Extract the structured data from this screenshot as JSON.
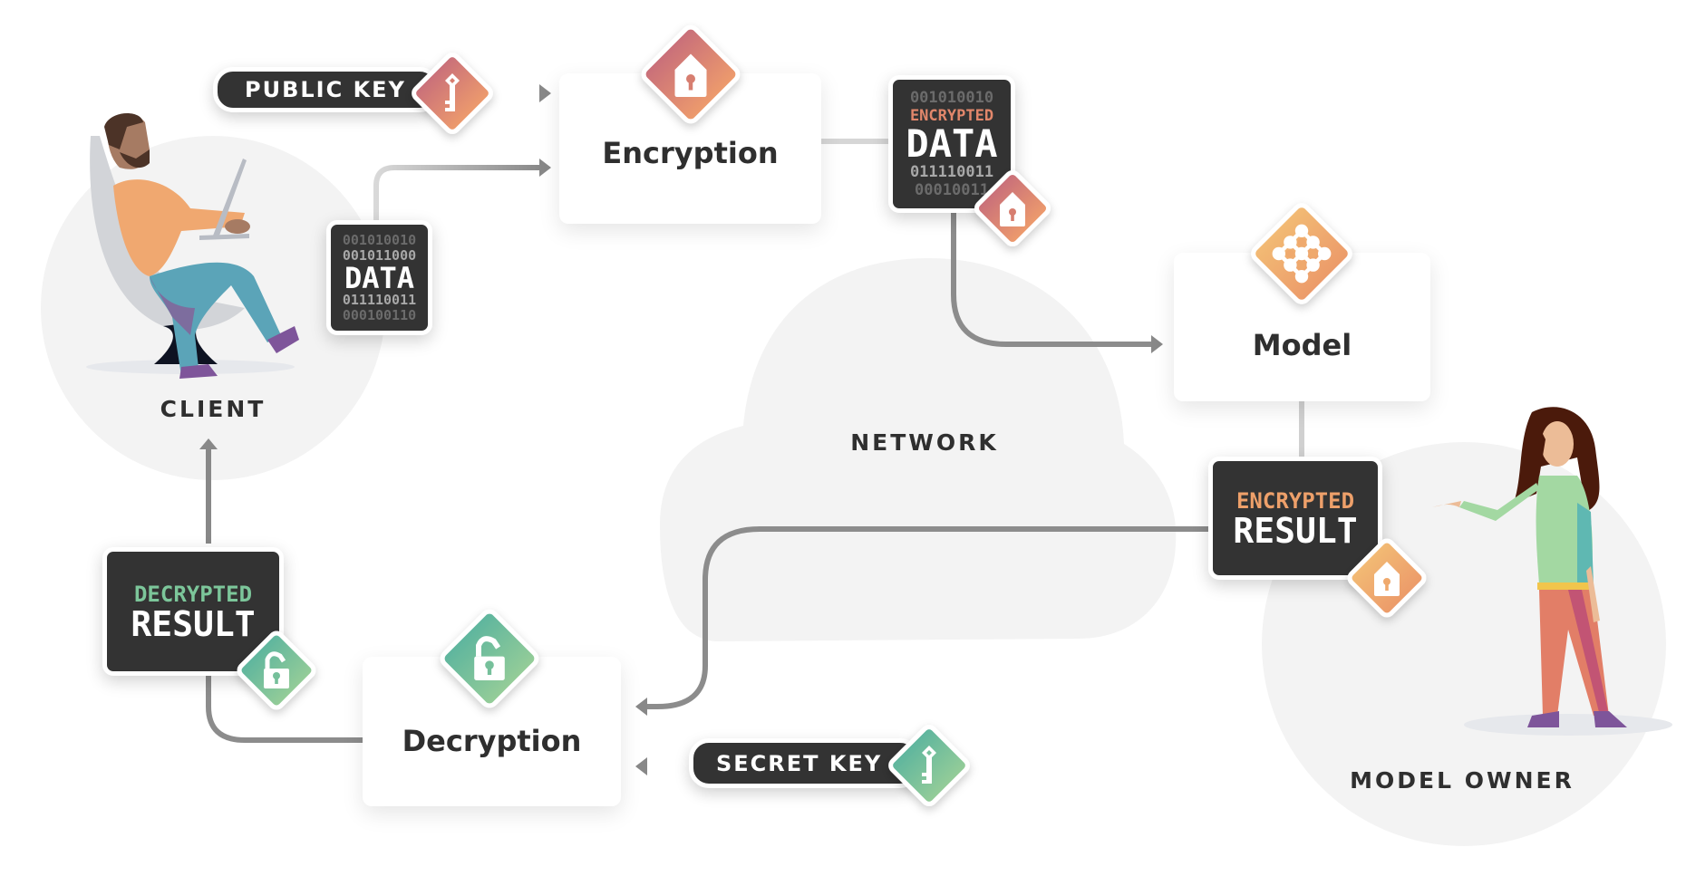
{
  "colors": {
    "warm_start": "#c86e7a",
    "warm_end": "#ee9c6c",
    "orange_start": "#f2bb74",
    "orange_end": "#ec9a6a",
    "green_start": "#5db59e",
    "green_end": "#96cd98",
    "card_bg": "#333333",
    "connector": "#888888",
    "bubble": "#f3f3f3"
  },
  "actors": {
    "client": {
      "label": "CLIENT"
    },
    "model_owner": {
      "label": "MODEL OWNER"
    },
    "network": {
      "label": "NETWORK"
    }
  },
  "keys": {
    "public": {
      "label": "PUBLIC KEY",
      "icon": "key-icon"
    },
    "secret": {
      "label": "SECRET KEY",
      "icon": "key-icon"
    }
  },
  "steps": {
    "encryption": {
      "title": "Encryption",
      "icon": "lock-closed-icon"
    },
    "model": {
      "title": "Model",
      "icon": "network-graph-icon"
    },
    "decryption": {
      "title": "Decryption",
      "icon": "lock-open-icon"
    }
  },
  "cards": {
    "data": {
      "line1": "001010010",
      "line2": "001011000",
      "main": "DATA",
      "line3": "011110011",
      "line4": "000100110"
    },
    "encrypted_data": {
      "line1": "001010010",
      "tag": "ENCRYPTED",
      "main": "DATA",
      "line3": "011110011",
      "line4": "00010011",
      "icon": "lock-closed-icon"
    },
    "encrypted_result": {
      "tag": "ENCRYPTED",
      "main": "RESULT",
      "icon": "lock-closed-icon"
    },
    "decrypted_result": {
      "tag": "DECRYPTED",
      "main": "RESULT",
      "icon": "lock-open-icon"
    }
  }
}
